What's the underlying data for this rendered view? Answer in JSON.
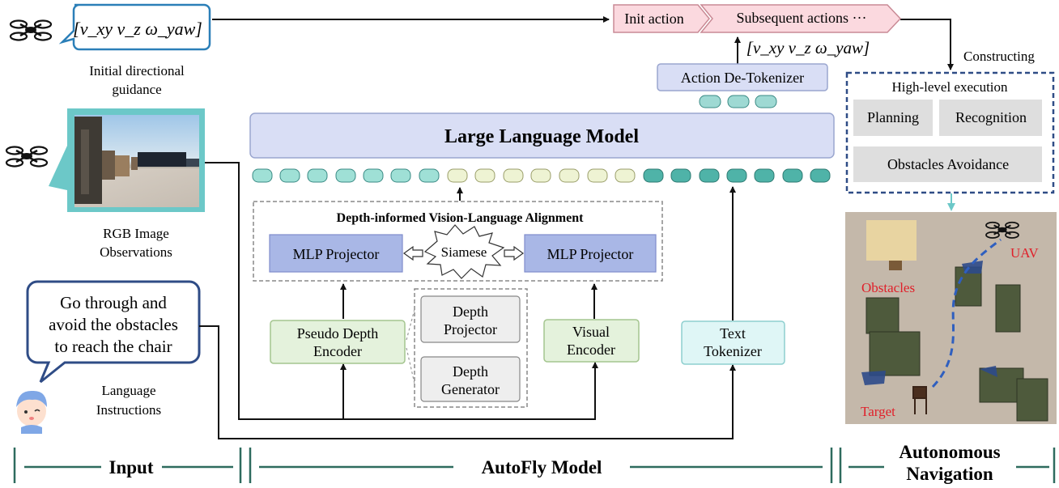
{
  "input": {
    "guidance_vector": "[v_xy  v_z  ω_yaw]",
    "guidance_label_line1": "Initial directional",
    "guidance_label_line2": "guidance",
    "rgb_label_line1": "RGB Image",
    "rgb_label_line2": "Observations",
    "instruction_line1": "Go through and",
    "instruction_line2": "avoid the obstacles",
    "instruction_line3": "to reach the chair",
    "language_label_line1": "Language",
    "language_label_line2": "Instructions"
  },
  "actions": {
    "init": "Init action",
    "subsequent": "Subsequent actions ···",
    "output_vector": "[v_xy  v_z  ω_yaw]"
  },
  "model": {
    "detokenizer": "Action De-Tokenizer",
    "llm": "Large Language Model",
    "alignment_title": "Depth-informed Vision-Language Alignment",
    "mlp_left": "MLP Projector",
    "siamese": "Siamese",
    "mlp_right": "MLP Projector",
    "pseudo_depth_line1": "Pseudo Depth",
    "pseudo_depth_line2": "Encoder",
    "depth_projector_line1": "Depth",
    "depth_projector_line2": "Projector",
    "depth_generator_line1": "Depth",
    "depth_generator_line2": "Generator",
    "visual_encoder_line1": "Visual",
    "visual_encoder_line2": "Encoder",
    "text_tokenizer_line1": "Text",
    "text_tokenizer_line2": "Tokenizer"
  },
  "navigation": {
    "constructing": "Constructing",
    "high_level_title": "High-level execution",
    "planning": "Planning",
    "recognition": "Recognition",
    "obstacles_avoidance": "Obstacles Avoidance",
    "uav_label": "UAV",
    "obstacles_label": "Obstacles",
    "target_label": "Target"
  },
  "sections": {
    "input": "Input",
    "model": "AutoFly Model",
    "nav_line1": "Autonomous",
    "nav_line2": "Navigation"
  },
  "colors": {
    "teal_line": "#2e6b5e",
    "llm_fill": "#d9def5",
    "mlp_fill": "#a9b7e6",
    "encoder_fill": "#e4f2dc",
    "text_tok_fill": "#dff6f6",
    "action_fill": "#fbd9df",
    "nav_border": "#2f4c86",
    "red_label": "#e0202a"
  }
}
